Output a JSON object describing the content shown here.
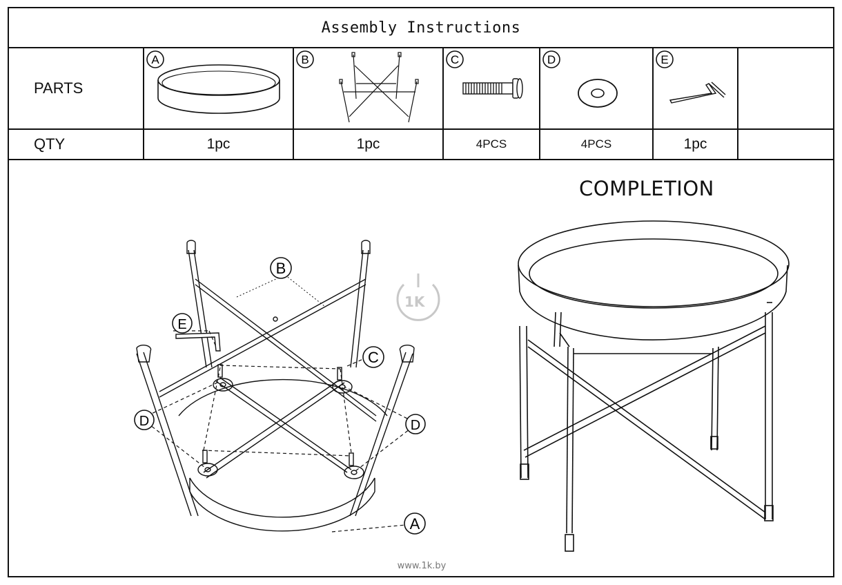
{
  "title": "Assembly Instructions",
  "table": {
    "parts_label": "PARTS",
    "qty_label": "QTY",
    "parts": [
      {
        "letter": "A",
        "name_icon": "tray-ring-icon",
        "qty": "1pc"
      },
      {
        "letter": "B",
        "name_icon": "folding-frame-icon",
        "qty": "1pc"
      },
      {
        "letter": "C",
        "name_icon": "bolt-icon",
        "qty": "4PCS"
      },
      {
        "letter": "D",
        "name_icon": "washer-icon",
        "qty": "4PCS"
      },
      {
        "letter": "E",
        "name_icon": "allen-key-icon",
        "qty": "1pc"
      }
    ]
  },
  "assembly": {
    "callouts": {
      "A": "A",
      "B": "B",
      "C": "C",
      "D_left": "D",
      "D_right": "D",
      "E": "E"
    }
  },
  "completion": {
    "label": "COMPLETION"
  },
  "watermark": {
    "logo_text": "1K",
    "url": "www.1k.by"
  },
  "colors": {
    "line": "#111111",
    "watermark": "#c8c8c8"
  }
}
